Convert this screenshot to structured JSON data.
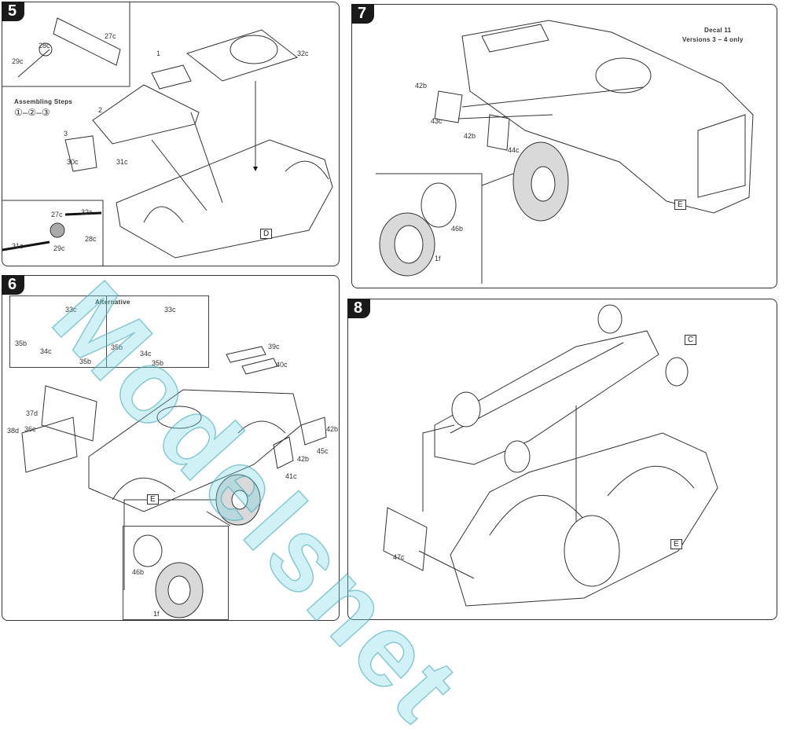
{
  "steps": [
    {
      "number": "5",
      "inset_top_labels": [
        "27c",
        "28c",
        "29c"
      ],
      "callouts": [
        "1",
        "2",
        "3"
      ],
      "parts": [
        "32c",
        "31c",
        "30c"
      ],
      "assembling_steps_title": "Assembling Steps",
      "assembling_steps_sequence": "①–②–③",
      "inset_bottom_labels": [
        "27c",
        "32c",
        "28c",
        "31c",
        "29c"
      ],
      "sub_assembly": "D"
    },
    {
      "number": "6",
      "alternative_label": "Alternative",
      "inset_left_labels": [
        "33c",
        "35b",
        "34c",
        "35b"
      ],
      "inset_right_labels": [
        "33c",
        "35b",
        "34c",
        "35b"
      ],
      "parts": [
        "39c",
        "40c",
        "37d",
        "36c",
        "38d",
        "42b",
        "45c",
        "42b",
        "41c"
      ],
      "sub_assembly": "E",
      "wheel_inset_labels": [
        "46b",
        "1f"
      ]
    },
    {
      "number": "7",
      "decal_note_line1": "Decal 11",
      "decal_note_line2": "Versions 3 – 4 only",
      "parts": [
        "42b",
        "43c",
        "42b",
        "44c"
      ],
      "sub_assembly": "E",
      "wheel_inset_labels": [
        "46b",
        "1f"
      ]
    },
    {
      "number": "8",
      "parts": [
        "47c"
      ],
      "sub_assembly_top": "C",
      "sub_assembly_bottom": "E"
    }
  ],
  "watermark": "Modelsnet",
  "colors": {
    "ink": "#222222",
    "watermark": "#78d7e1",
    "tyre_fill": "#d9d9d9"
  }
}
